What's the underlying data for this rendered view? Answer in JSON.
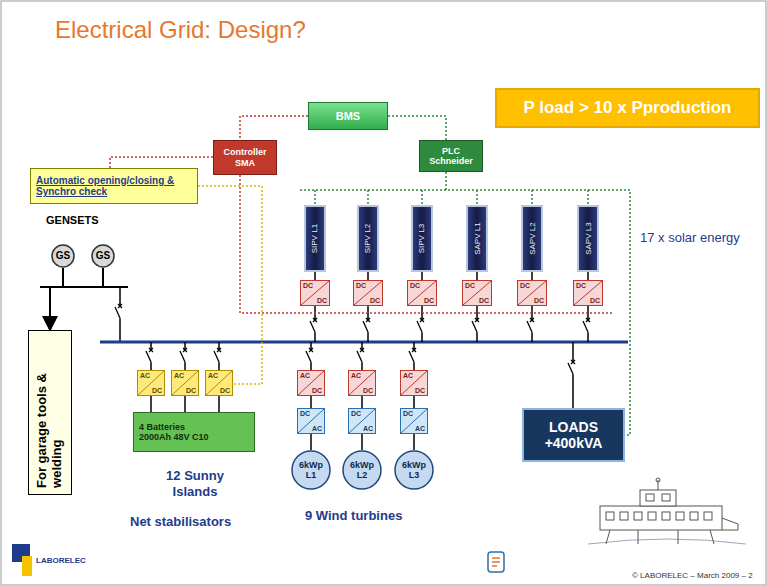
{
  "diagram": {
    "title": "Electrical Grid: Design?",
    "nodes": [
      {
        "text": [
          "P load > 10 x Pproduction"
        ]
      },
      {
        "text": [
          "BMS"
        ]
      },
      {
        "text": [
          "Controller SMA"
        ]
      },
      {
        "text": [
          "PLC Schneider"
        ]
      },
      {
        "text": [
          "Automatic opening/closing & Synchro check"
        ]
      },
      {
        "text": [
          "GS"
        ]
      },
      {
        "text": [
          "GS"
        ]
      },
      {
        "text": [
          "SIPV L1"
        ]
      },
      {
        "text": [
          "SIPV L2"
        ]
      },
      {
        "text": [
          "SIPV L3"
        ]
      },
      {
        "text": [
          "SAPV L1"
        ]
      },
      {
        "text": [
          "SAPV L2"
        ]
      },
      {
        "text": [
          "SAPV L3"
        ]
      },
      {
        "text": [
          "DC",
          "DC"
        ]
      },
      {
        "text": [
          "DC",
          "DC"
        ]
      },
      {
        "text": [
          "DC",
          "DC"
        ]
      },
      {
        "text": [
          "DC",
          "DC"
        ]
      },
      {
        "text": [
          "DC",
          "DC"
        ]
      },
      {
        "text": [
          "DC",
          "DC"
        ]
      },
      {
        "text": [
          "For garage tools & welding"
        ]
      },
      {
        "text": [
          "AC",
          "DC"
        ]
      },
      {
        "text": [
          "AC",
          "DC"
        ]
      },
      {
        "text": [
          "AC",
          "DC"
        ]
      },
      {
        "text": [
          "AC",
          "DC"
        ]
      },
      {
        "text": [
          "AC",
          "DC"
        ]
      },
      {
        "text": [
          "AC",
          "DC"
        ]
      },
      {
        "text": [
          "LOADS",
          "+400kVA"
        ]
      },
      {
        "text": [
          "4 Batteries",
          "2000Ah 48V C10"
        ]
      },
      {
        "text": [
          "DC",
          "AC"
        ]
      },
      {
        "text": [
          "DC",
          "AC"
        ]
      },
      {
        "text": [
          "DC",
          "AC"
        ]
      },
      {
        "text": [
          "6kWp L1"
        ]
      },
      {
        "text": [
          "6kWp L2"
        ]
      },
      {
        "text": [
          "6kWp L3"
        ]
      }
    ],
    "edges": [
      {
        "from": 1,
        "to": 2,
        "arrow": "none"
      },
      {
        "from": 1,
        "to": 3,
        "arrow": "none"
      },
      {
        "from": 2,
        "to": 4,
        "arrow": "none"
      },
      {
        "from": 5,
        "to": 19,
        "arrow": "to"
      },
      {
        "from": 6,
        "to": 19,
        "arrow": "to"
      },
      {
        "from": 7,
        "to": 13,
        "arrow": "none"
      },
      {
        "from": 8,
        "to": 14,
        "arrow": "none"
      },
      {
        "from": 9,
        "to": 15,
        "arrow": "none"
      },
      {
        "from": 10,
        "to": 16,
        "arrow": "none"
      },
      {
        "from": 11,
        "to": 17,
        "arrow": "none"
      },
      {
        "from": 12,
        "to": 18,
        "arrow": "none"
      },
      {
        "from": 27,
        "to": 20,
        "arrow": "none"
      },
      {
        "from": 27,
        "to": 21,
        "arrow": "none"
      },
      {
        "from": 27,
        "to": 22,
        "arrow": "none"
      },
      {
        "from": 31,
        "to": 28,
        "arrow": "none"
      },
      {
        "from": 32,
        "to": 29,
        "arrow": "none"
      },
      {
        "from": 33,
        "to": 30,
        "arrow": "none"
      },
      {
        "from": 28,
        "to": 23,
        "arrow": "none"
      },
      {
        "from": 29,
        "to": 24,
        "arrow": "none"
      },
      {
        "from": 30,
        "to": 25,
        "arrow": "none"
      }
    ],
    "labels": [
      "GENSETS",
      "17 x solar energy",
      "12 Sunny Islands",
      "Net stabilisators",
      "9 Wind turbines",
      "LABORELEC",
      "© LABORELEC – March 2009 – 2"
    ]
  }
}
